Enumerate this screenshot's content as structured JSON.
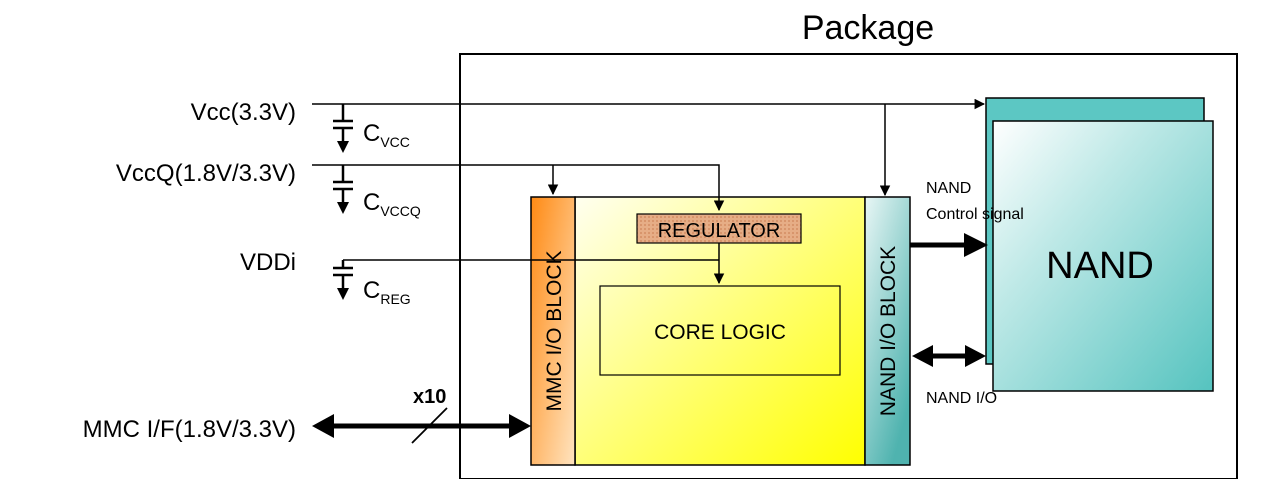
{
  "title": "Package",
  "supplies": {
    "vcc": "Vcc(3.3V)",
    "vccq": "VccQ(1.8V/3.3V)",
    "vddi": "VDDi",
    "mmc_if": "MMC I/F(1.8V/3.3V)"
  },
  "capacitors": {
    "cvcc": {
      "main": "C",
      "sub": "VCC"
    },
    "cvccq": {
      "main": "C",
      "sub": "VCCQ"
    },
    "creg": {
      "main": "C",
      "sub": "REG"
    }
  },
  "bus_width": "x10",
  "blocks": {
    "mmc_io": "MMC I/O BLOCK",
    "nand_io": "NAND I/O BLOCK",
    "regulator": "REGULATOR",
    "core_logic": "CORE LOGIC",
    "nand": "NAND"
  },
  "signals": {
    "nand_control_line1": "NAND",
    "nand_control_line2": "Control signal",
    "nand_io": "NAND I/O"
  },
  "colors": {
    "line": "#000000",
    "mmc_block_from": "#ff8c1a",
    "mmc_block_to": "#ffe0b3",
    "controller_from": "#ffff00",
    "controller_to": "#ffffe6",
    "nand_io_from": "#ffffff",
    "nand_io_to": "#5ab9b5",
    "nand_from": "#ffffff",
    "nand_to": "#5cc7c3",
    "regulator_fill": "#e8b08a"
  }
}
